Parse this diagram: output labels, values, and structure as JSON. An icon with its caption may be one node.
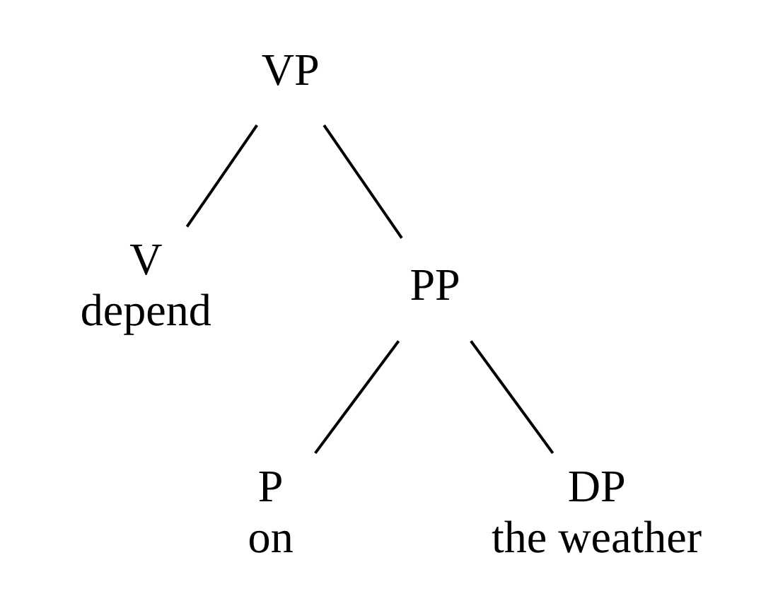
{
  "diagram": {
    "nodes": [
      {
        "text": [
          "VP"
        ]
      },
      {
        "text": [
          "V",
          "depend"
        ]
      },
      {
        "text": [
          "PP"
        ]
      },
      {
        "text": [
          "P",
          "on"
        ]
      },
      {
        "text": [
          "DP",
          "the weather"
        ]
      }
    ],
    "edges": [
      {
        "from": 0,
        "to": 1,
        "arrow": "none"
      },
      {
        "from": 0,
        "to": 2,
        "arrow": "none"
      },
      {
        "from": 2,
        "to": 3,
        "arrow": "none"
      },
      {
        "from": 2,
        "to": 4,
        "arrow": "none"
      }
    ]
  }
}
